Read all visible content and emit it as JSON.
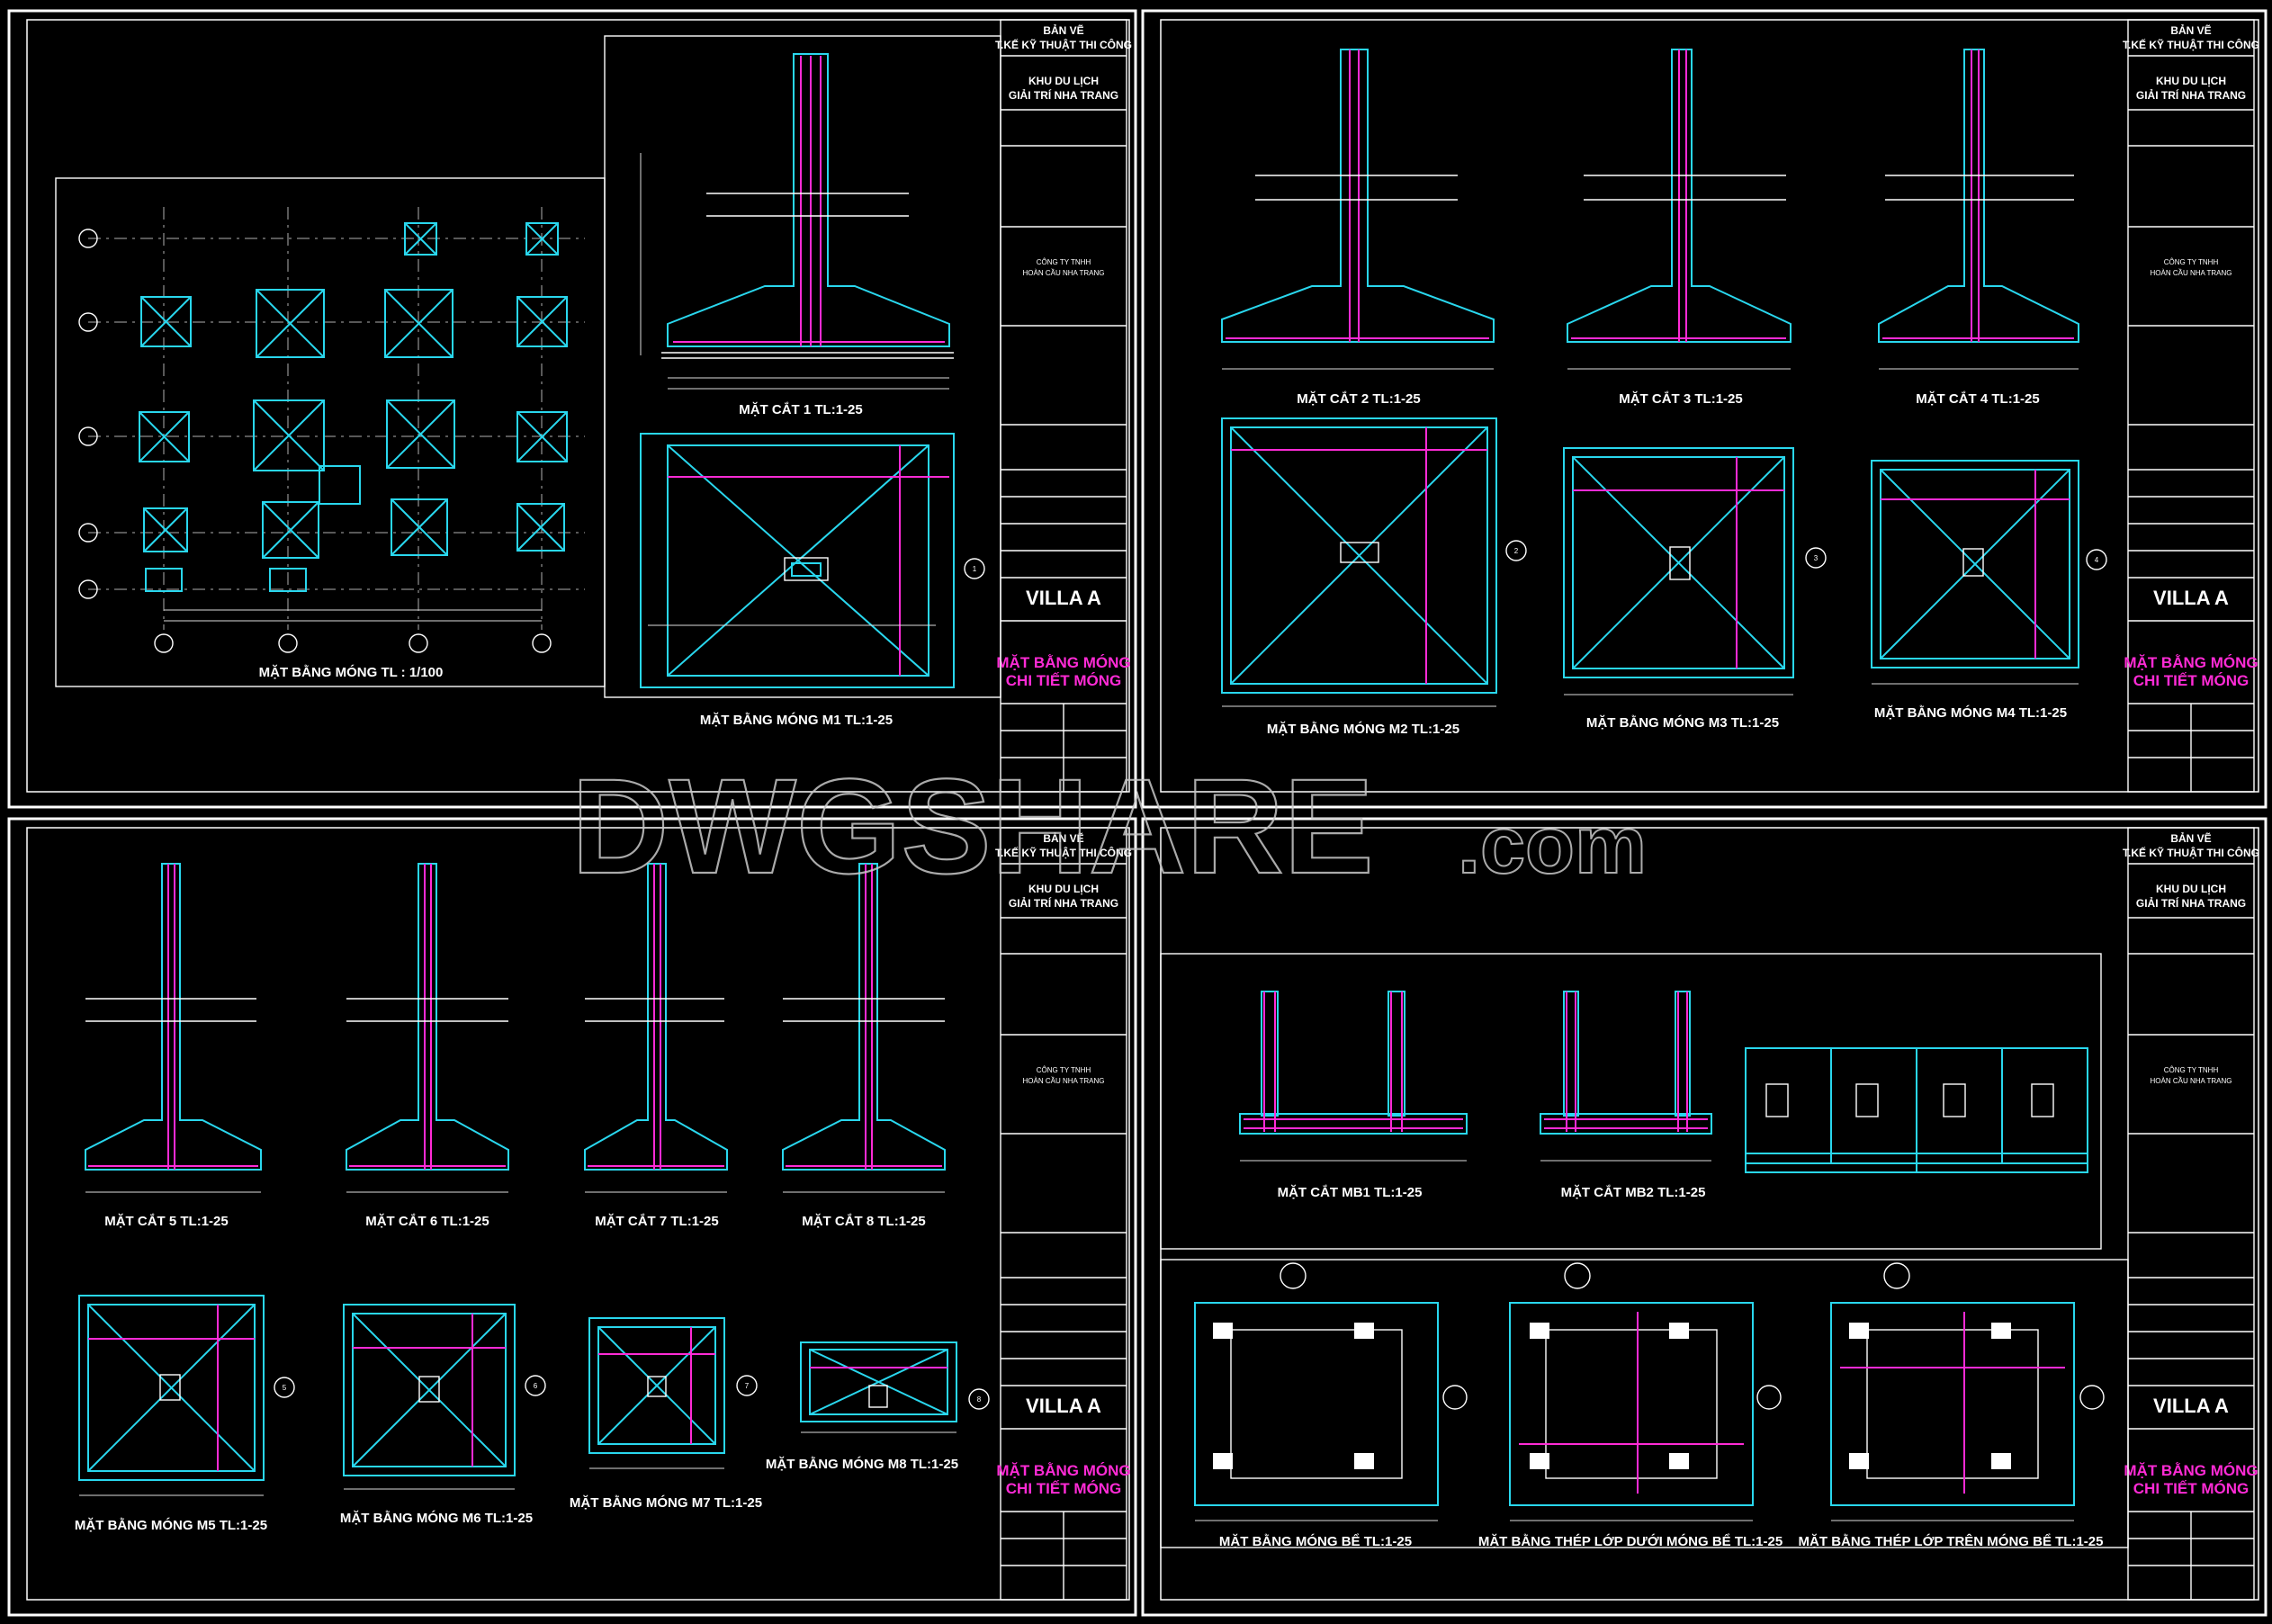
{
  "watermark": {
    "main": "DWGSHARE",
    "suffix": ".com"
  },
  "title_block": {
    "ban_ve": "BẢN VẼ",
    "tkkt": "T.KẾ KỸ THUẬT THI CÔNG",
    "project_line1": "KHU DU LỊCH",
    "project_line2": "GIẢI TRÍ NHA TRANG",
    "owner_line1": "CÔNG TY TNHH",
    "owner_line2": "HOÀN CẦU NHA TRANG",
    "villa": "VILLA A",
    "content_line1": "MẶT BẰNG MÓNG",
    "content_line2": "CHI TIẾT MÓNG"
  },
  "sheet1": {
    "plan_label": "MẶT BẰNG MÓNG TL : 1/100",
    "section_label": "MẶT CẮT 1  TL:1-25",
    "detail_label": "MẶT BẰNG MÓNG M1  TL:1-25",
    "marker": "1"
  },
  "sheet2": {
    "sections": [
      "MẶT CẮT 2  TL:1-25",
      "MẶT CẮT 3  TL:1-25",
      "MẶT CẮT 4  TL:1-25"
    ],
    "plans": [
      "MẶT BẰNG MÓNG M2  TL:1-25",
      "MẶT BẰNG MÓNG M3  TL:1-25",
      "MẶT BẰNG MÓNG M4  TL:1-25"
    ],
    "markers": [
      "2",
      "3",
      "4"
    ]
  },
  "sheet3": {
    "sections": [
      "MẶT CẮT 5  TL:1-25",
      "MẶT CẮT 6  TL:1-25",
      "MẶT CẮT 7  TL:1-25",
      "MẶT CẮT 8  TL:1-25"
    ],
    "plans": [
      "MẶT BẰNG MÓNG M5  TL:1-25",
      "MẶT BẰNG MÓNG M6  TL:1-25",
      "MẶT BẰNG MÓNG M7  TL:1-25",
      "MẶT BẰNG MÓNG M8  TL:1-25"
    ],
    "markers": [
      "5",
      "6",
      "7",
      "8"
    ]
  },
  "sheet4": {
    "sections": [
      "MẶT CẮT MB1  TL:1-25",
      "MẶT CẮT MB2  TL:1-25"
    ],
    "plans": [
      "MẶT BẰNG MÓNG BỂ  TL:1-25",
      "MẶT BẰNG THÉP LỚP DƯỚI MÓNG BỂ  TL:1-25",
      "MẶT BẰNG THÉP LỚP TRÊN MÓNG BỂ  TL:1-25"
    ]
  }
}
